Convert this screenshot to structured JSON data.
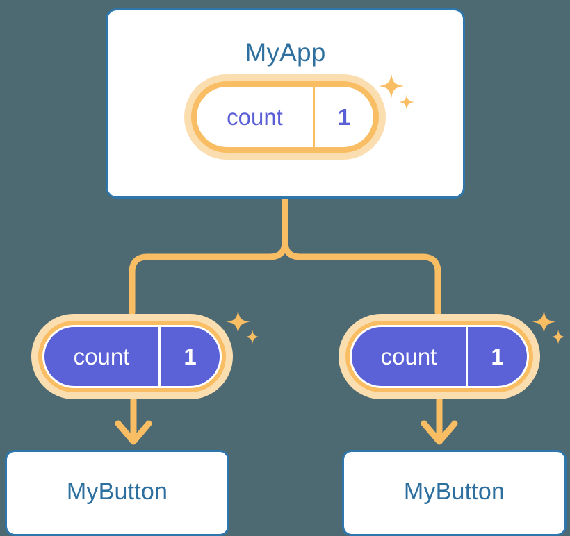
{
  "theme": {
    "background": "#4d6a73",
    "card_bg": "#ffffff",
    "card_border": "#2e76ab",
    "title_text": "#2d6f9e",
    "pill_ring": "#f9bd63",
    "pill_glow": "#fbdeb0",
    "pill_fill_purple": "#5b61d6",
    "pill_text_purple": "#5b5fd6",
    "pill_text_white": "#ffffff",
    "connector": "#f9bd63",
    "sparkle": "#f9bd63"
  },
  "diagram": {
    "type": "component-state-tree",
    "root": {
      "title": "MyApp",
      "state": {
        "key": "count",
        "value": "1"
      }
    },
    "children": [
      {
        "state": {
          "key": "count",
          "value": "1"
        },
        "component": {
          "title": "MyButton"
        }
      },
      {
        "state": {
          "key": "count",
          "value": "1"
        },
        "component": {
          "title": "MyButton"
        }
      }
    ]
  },
  "icons": {
    "sparkle_large": "sparkle-icon",
    "sparkle_small": "sparkle-small-icon",
    "arrow_down": "arrow-down-icon"
  }
}
